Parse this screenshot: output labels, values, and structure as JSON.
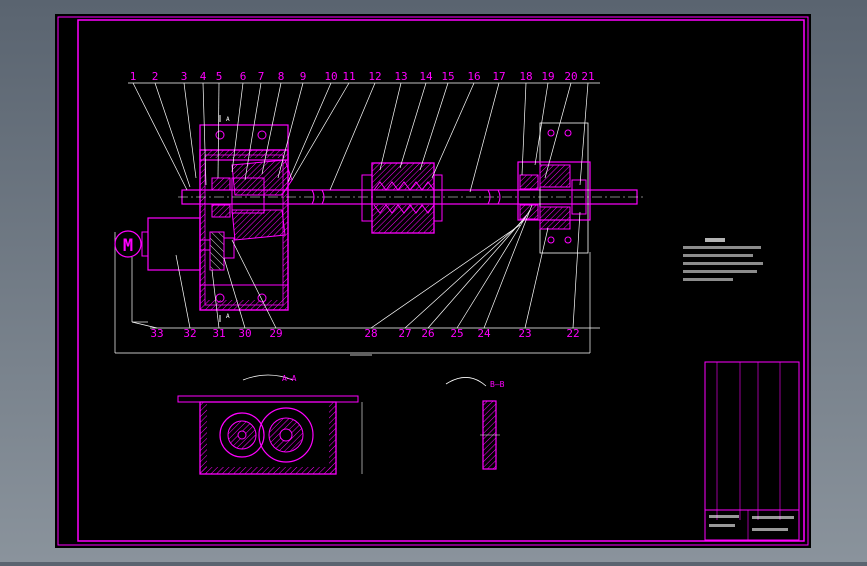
{
  "colors": {
    "background_outer": "#6b747e",
    "paper": "#000000",
    "frame": "#ff00ff",
    "dim": "#ffffff"
  },
  "callouts_top": [
    "1",
    "2",
    "3",
    "4",
    "5",
    "6",
    "7",
    "8",
    "9",
    "10",
    "11",
    "12",
    "13",
    "14",
    "15",
    "16",
    "17",
    "18",
    "19",
    "20",
    "21"
  ],
  "callouts_bottom": [
    "33",
    "32",
    "31",
    "30",
    "29",
    "28",
    "27",
    "26",
    "25",
    "24",
    "23",
    "22"
  ],
  "motor_label": "M",
  "section_labels": {
    "aa": "A—A",
    "bb": "B—B"
  },
  "section_marks": {
    "a_top": "A",
    "a_bottom": "A"
  }
}
